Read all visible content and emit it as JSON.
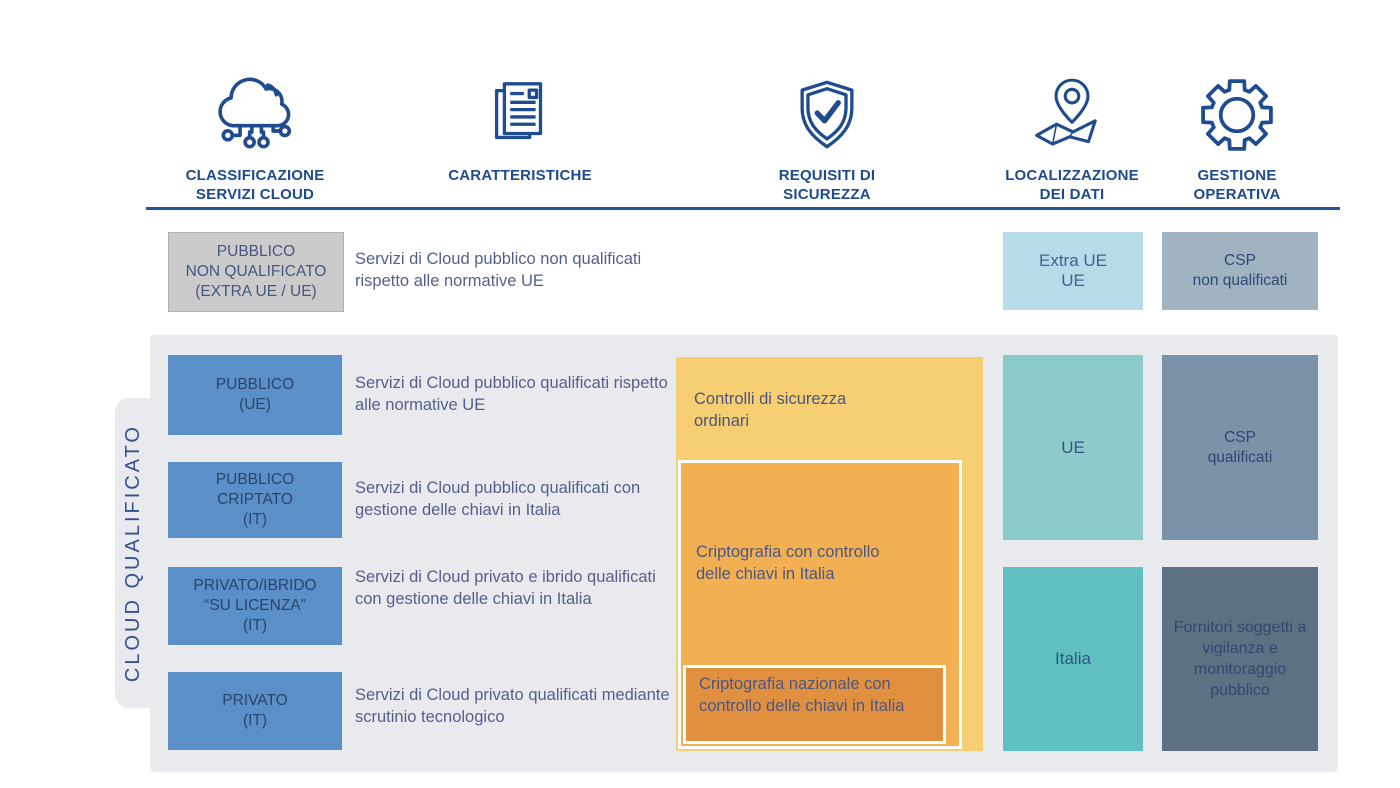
{
  "header": {
    "columns": [
      {
        "label": "CLASSIFICAZIONE\nSERVIZI CLOUD"
      },
      {
        "label": "CARATTERISTICHE"
      },
      {
        "label": "REQUISITI DI\nSICUREZZA"
      },
      {
        "label": "LOCALIZZAZIONE\nDEI DATI"
      },
      {
        "label": "GESTIONE\nOPERATIVA"
      }
    ]
  },
  "unqualified": {
    "classification": "PUBBLICO\nNON QUALIFICATO\n(EXTRA UE / UE)",
    "description": "Servizi di Cloud pubblico non qualificati rispetto alle normative UE",
    "data_localization": "Extra UE\nUE",
    "operations": "CSP\nnon qualificati"
  },
  "qualified": {
    "group_label": "CLOUD QUALIFICATO",
    "rows": [
      {
        "classification": "PUBBLICO\n(UE)",
        "description": "Servizi di Cloud pubblico qualificati rispetto alle normative UE"
      },
      {
        "classification": "PUBBLICO\nCRIPTATO\n(IT)",
        "description": "Servizi di Cloud pubblico qualificati con gestione delle chiavi in Italia"
      },
      {
        "classification": "PRIVATO/IBRIDO\n“SU LICENZA”\n(IT)",
        "description": "Servizi di Cloud privato e ibrido qualificati con gestione delle chiavi in Italia"
      },
      {
        "classification": "PRIVATO\n(IT)",
        "description": "Servizi di Cloud privato qualificati mediante scrutinio tecnologico"
      }
    ],
    "security_levels": {
      "ordinary": "Controlli di sicurezza ordinari",
      "keys_in_italy": "Criptografia con controllo delle chiavi in Italia",
      "national_crypto": "Criptografia nazionale con controllo delle chiavi in Italia"
    },
    "data_localization": {
      "upper": "UE",
      "lower": "Italia"
    },
    "operations": {
      "upper": "CSP\nqualificati",
      "lower": "Fornitori soggetti a vigilanza e monitoraggio pubblico"
    }
  },
  "icons": [
    "cloud-network-icon",
    "documents-icon",
    "shield-check-icon",
    "map-pin-icon",
    "gear-icon"
  ],
  "colors": {
    "navy": "#1d4b8d",
    "divider": "#27539b",
    "body_text": "#555f8d",
    "group_bg": "#e8eaed",
    "gray_box": "#cbcbcb",
    "blue_box": "#5a8fc7",
    "light_blue_box": "#b7dbe8",
    "gray_blue_box": "#a1b2c1",
    "teal_light": "#8ccbca",
    "teal_dark": "#5fc0c0",
    "slate_light": "#7b93a9",
    "slate_dark": "#5d7183",
    "yellow_outer": "#f6cf72",
    "orange_mid": "#f2b053",
    "orange_inner": "#e0903e"
  }
}
